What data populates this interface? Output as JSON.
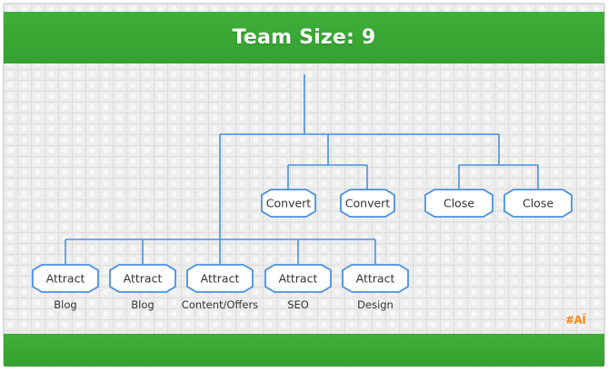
{
  "title": "Team Size: 9",
  "logo_text": "#AÏ",
  "colors": {
    "band_green": "#3aa836",
    "line_blue": "#4a90e2",
    "logo_orange": "#f28a1e"
  },
  "convert_nodes": [
    {
      "label": "Convert"
    },
    {
      "label": "Convert"
    }
  ],
  "close_nodes": [
    {
      "label": "Close"
    },
    {
      "label": "Close"
    }
  ],
  "attract_nodes": [
    {
      "label": "Attract",
      "sublabel": "Blog"
    },
    {
      "label": "Attract",
      "sublabel": "Blog"
    },
    {
      "label": "Attract",
      "sublabel": "Content/Offers"
    },
    {
      "label": "Attract",
      "sublabel": "SEO"
    },
    {
      "label": "Attract",
      "sublabel": "Design"
    }
  ]
}
